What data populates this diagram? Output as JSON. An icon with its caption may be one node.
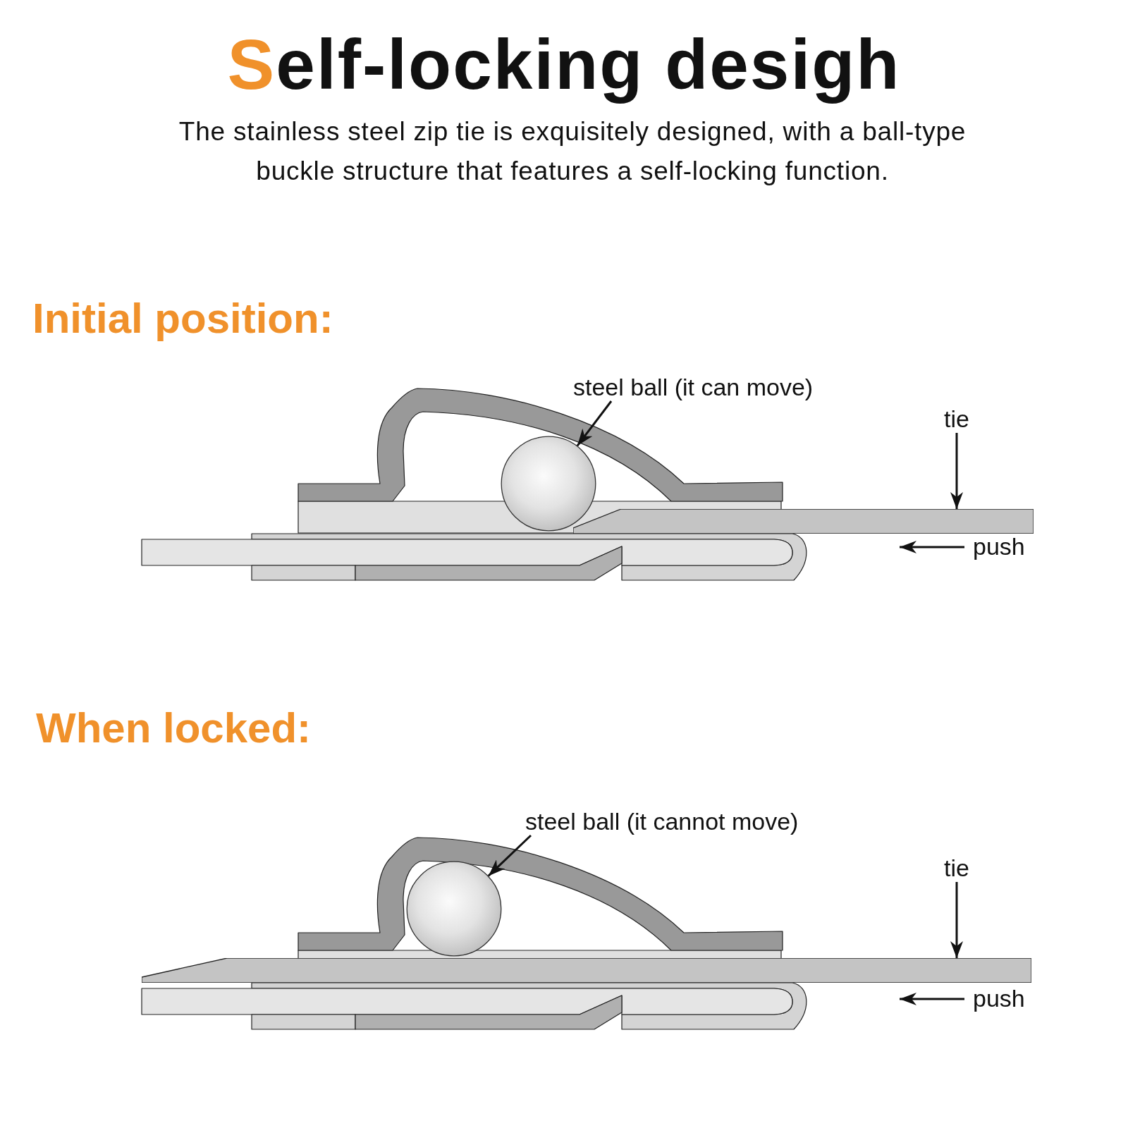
{
  "diagram": {
    "title": "Self-locking desigh",
    "nodes": [
      {
        "text": [
          "steel ball (it can move)"
        ]
      },
      {
        "text": [],
        "shape": "circle"
      },
      {
        "text": [
          "tie"
        ]
      },
      {
        "text": [],
        "shape": "bar"
      },
      {
        "text": [
          "steel ball (it cannot move)"
        ]
      },
      {
        "text": [],
        "shape": "circle"
      },
      {
        "text": [
          "tie"
        ]
      },
      {
        "text": [],
        "shape": "bar"
      }
    ],
    "edges": [
      {
        "from": 0,
        "to": 1,
        "arrow": "to"
      },
      {
        "from": 2,
        "to": 3,
        "arrow": "to"
      },
      {
        "from": 4,
        "to": 5,
        "arrow": "to"
      },
      {
        "from": 6,
        "to": 7,
        "arrow": "to"
      }
    ],
    "labels": [
      "The stainless steel zip tie is exquisitely designed, with a ball-type buckle structure that features a self-locking function.",
      "Initial position:",
      "push",
      "When locked:",
      "push"
    ]
  }
}
